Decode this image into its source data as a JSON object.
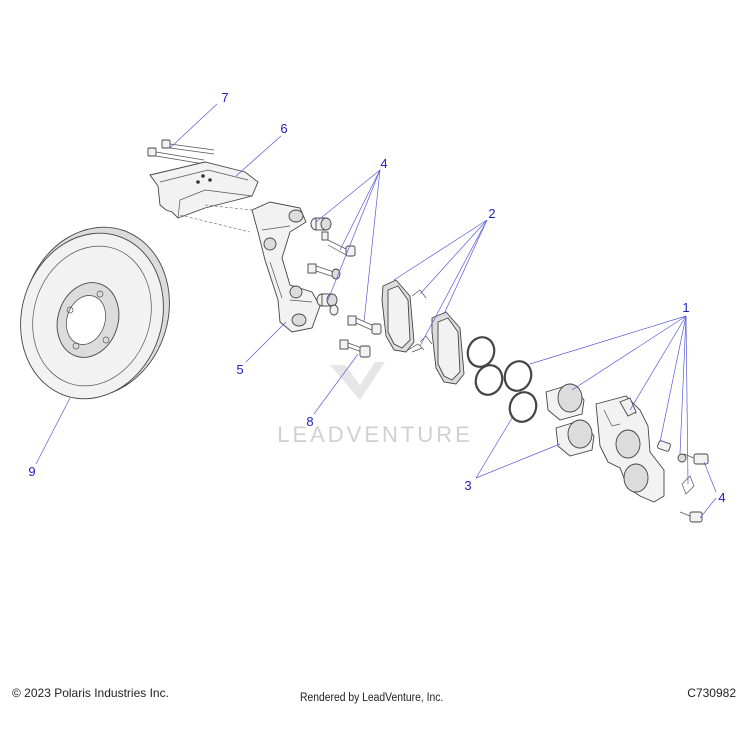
{
  "watermark": "LEADVENTURE",
  "footer": {
    "copyright": "© 2023 Polaris Industries Inc.",
    "rendered_by": "Rendered by LeadVenture, Inc.",
    "diagram_id": "C730982"
  },
  "callouts": [
    {
      "id": "c1",
      "label": "1"
    },
    {
      "id": "c2",
      "label": "2"
    },
    {
      "id": "c3",
      "label": "3"
    },
    {
      "id": "c4a",
      "label": "4"
    },
    {
      "id": "c4b",
      "label": "4"
    },
    {
      "id": "c5",
      "label": "5"
    },
    {
      "id": "c6",
      "label": "6"
    },
    {
      "id": "c7",
      "label": "7"
    },
    {
      "id": "c8",
      "label": "8"
    },
    {
      "id": "c9",
      "label": "9"
    }
  ],
  "colors": {
    "callout": "#1f1fbf",
    "leader": "#5a5ad8",
    "watermark": "#cfcfcf"
  }
}
